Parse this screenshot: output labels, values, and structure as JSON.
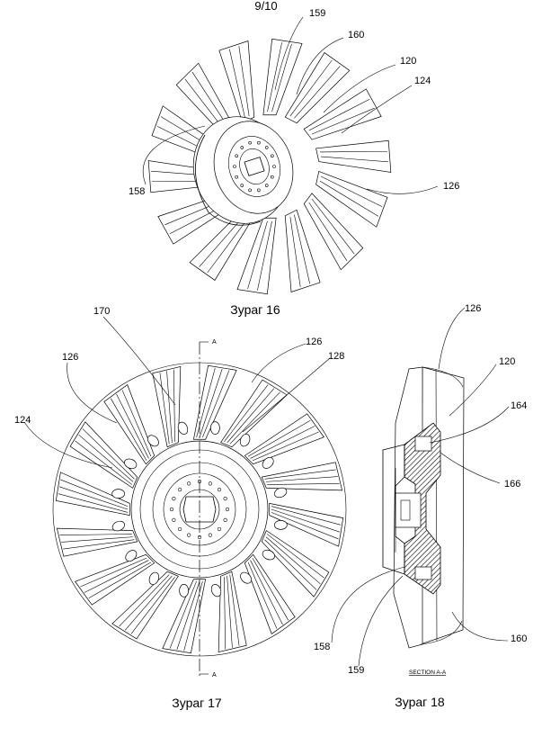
{
  "page_number": "9/10",
  "figures": [
    {
      "id": "fig16",
      "caption": "Зураг 16",
      "labels": [
        "159",
        "160",
        "120",
        "124",
        "158",
        "126"
      ]
    },
    {
      "id": "fig17",
      "caption": "Зураг 17",
      "section_marks": [
        "A",
        "A"
      ],
      "labels": [
        "170",
        "126",
        "128",
        "126",
        "124"
      ]
    },
    {
      "id": "fig18",
      "caption": "Зураг 18",
      "section_title": "SECTION A-A",
      "labels": [
        "126",
        "120",
        "164",
        "166",
        "158",
        "159",
        "160"
      ]
    }
  ]
}
